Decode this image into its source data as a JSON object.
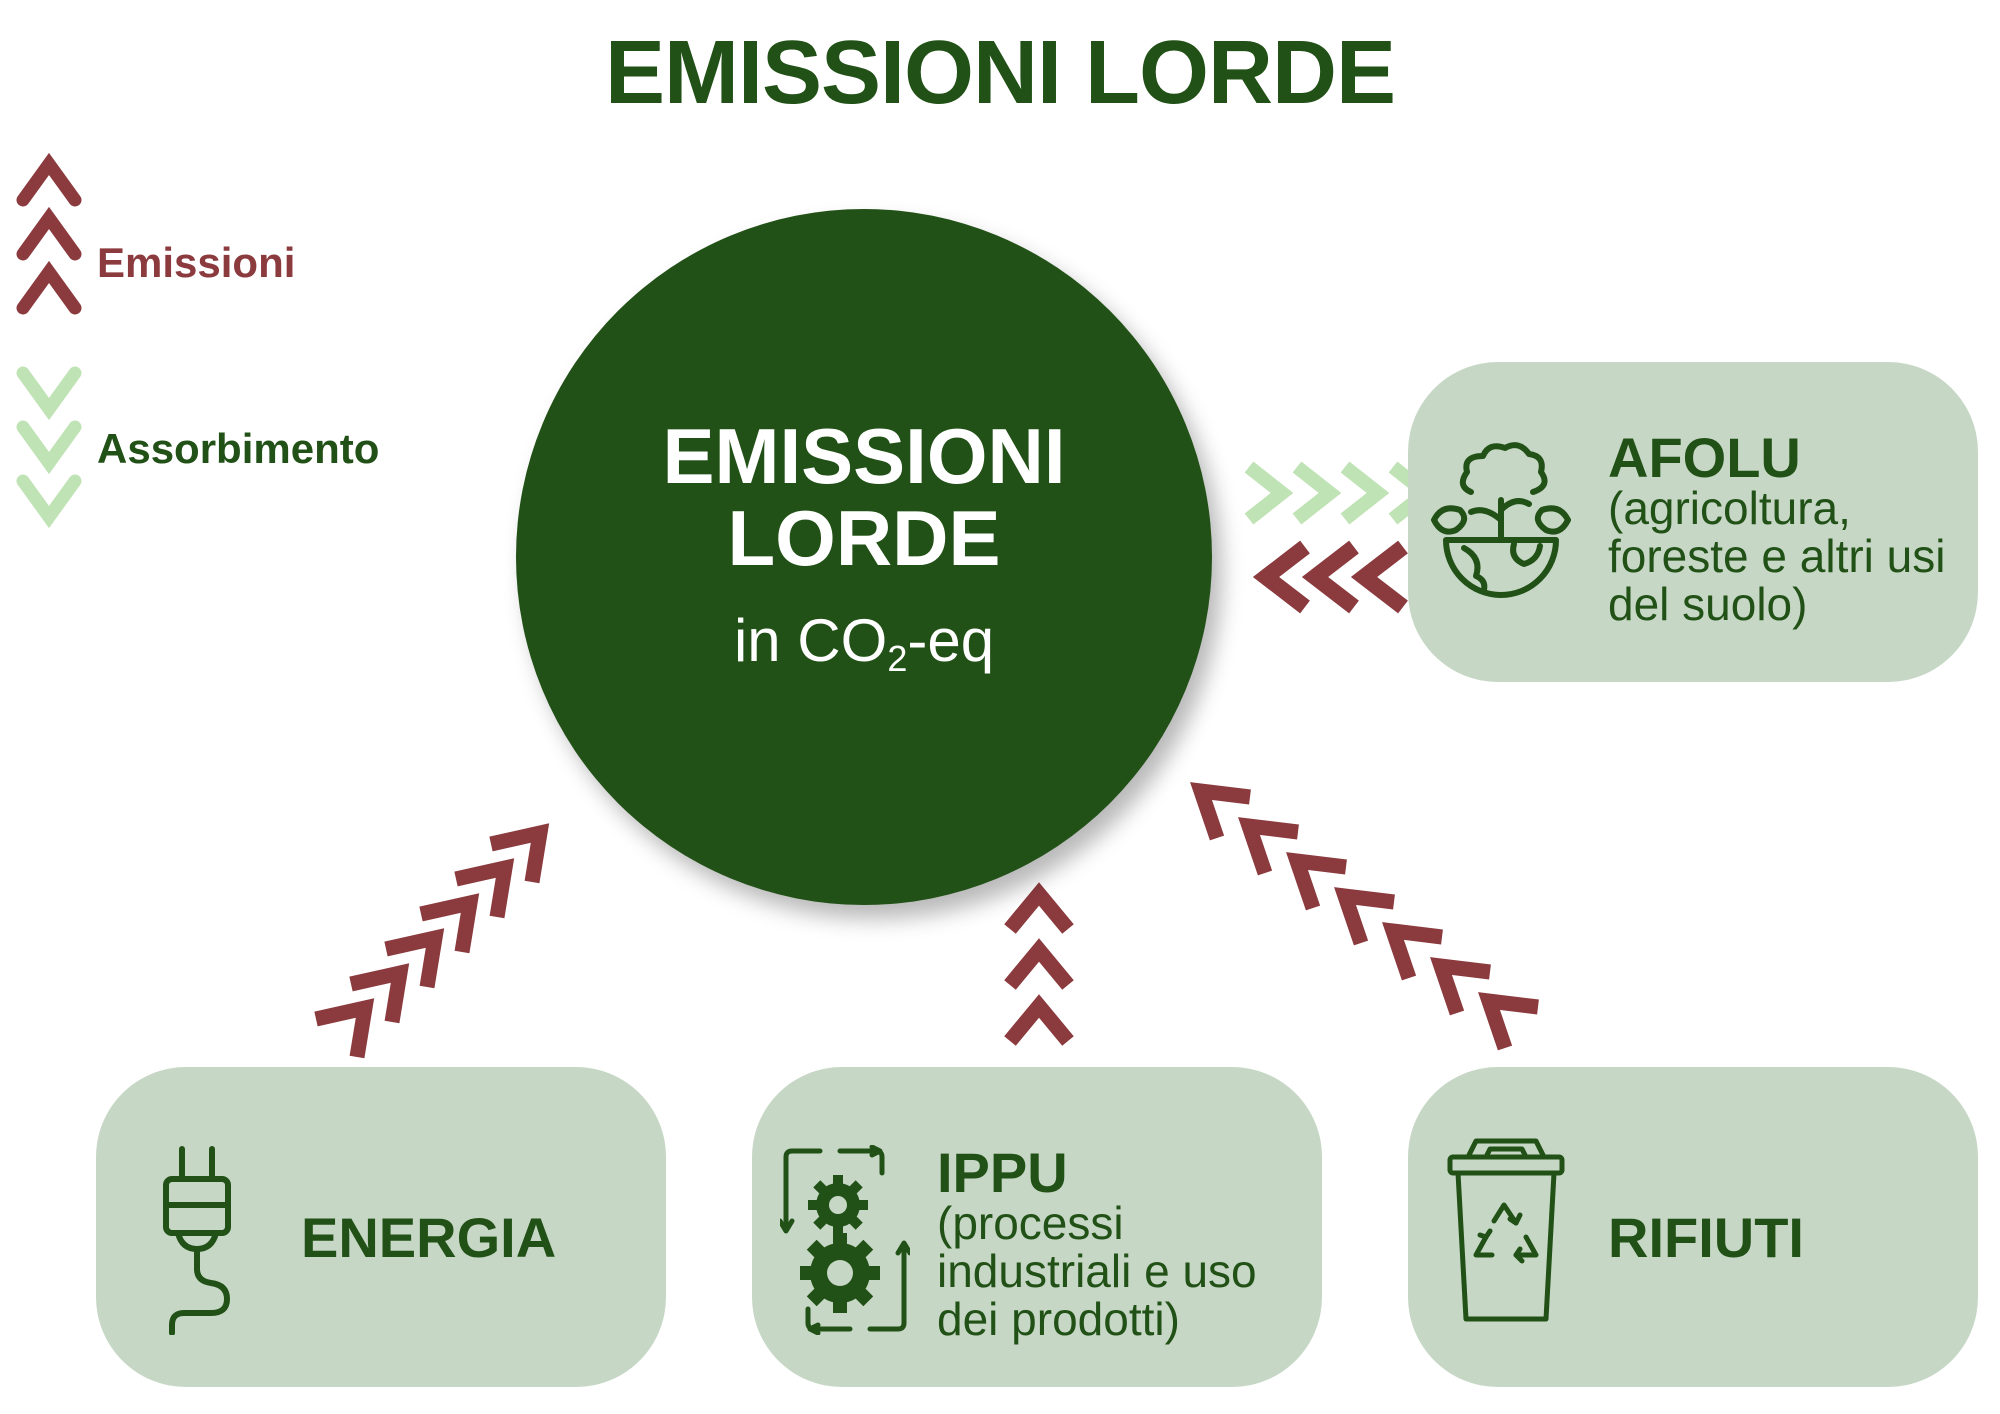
{
  "title": "EMISSIONI LORDE",
  "legend": {
    "emissions_label": "Emissioni",
    "absorption_label": "Assorbimento"
  },
  "center": {
    "title_line1": "EMISSIONI",
    "title_line2": "LORDE",
    "unit_prefix": "in CO",
    "unit_subscript": "2",
    "unit_suffix": "-eq"
  },
  "sectors": {
    "afolu": {
      "title": "AFOLU",
      "subtitle": "(agricoltura, foreste e altri usi del suolo)"
    },
    "energia": {
      "title": "ENERGIA"
    },
    "ippu": {
      "title": "IPPU",
      "subtitle": "(processi industriali e uso dei prodotti)"
    },
    "rifiuti": {
      "title": "RIFIUTI"
    }
  },
  "colors": {
    "dark_green": "#215116",
    "box_green": "#c6d7c5",
    "emission_red": "#8b3a3e",
    "absorption_green": "#bfe3b4"
  },
  "icons": {
    "afolu": "globe-plant-icon",
    "energia": "plug-icon",
    "ippu": "gears-cycle-icon",
    "rifiuti": "recycle-bin-icon"
  }
}
